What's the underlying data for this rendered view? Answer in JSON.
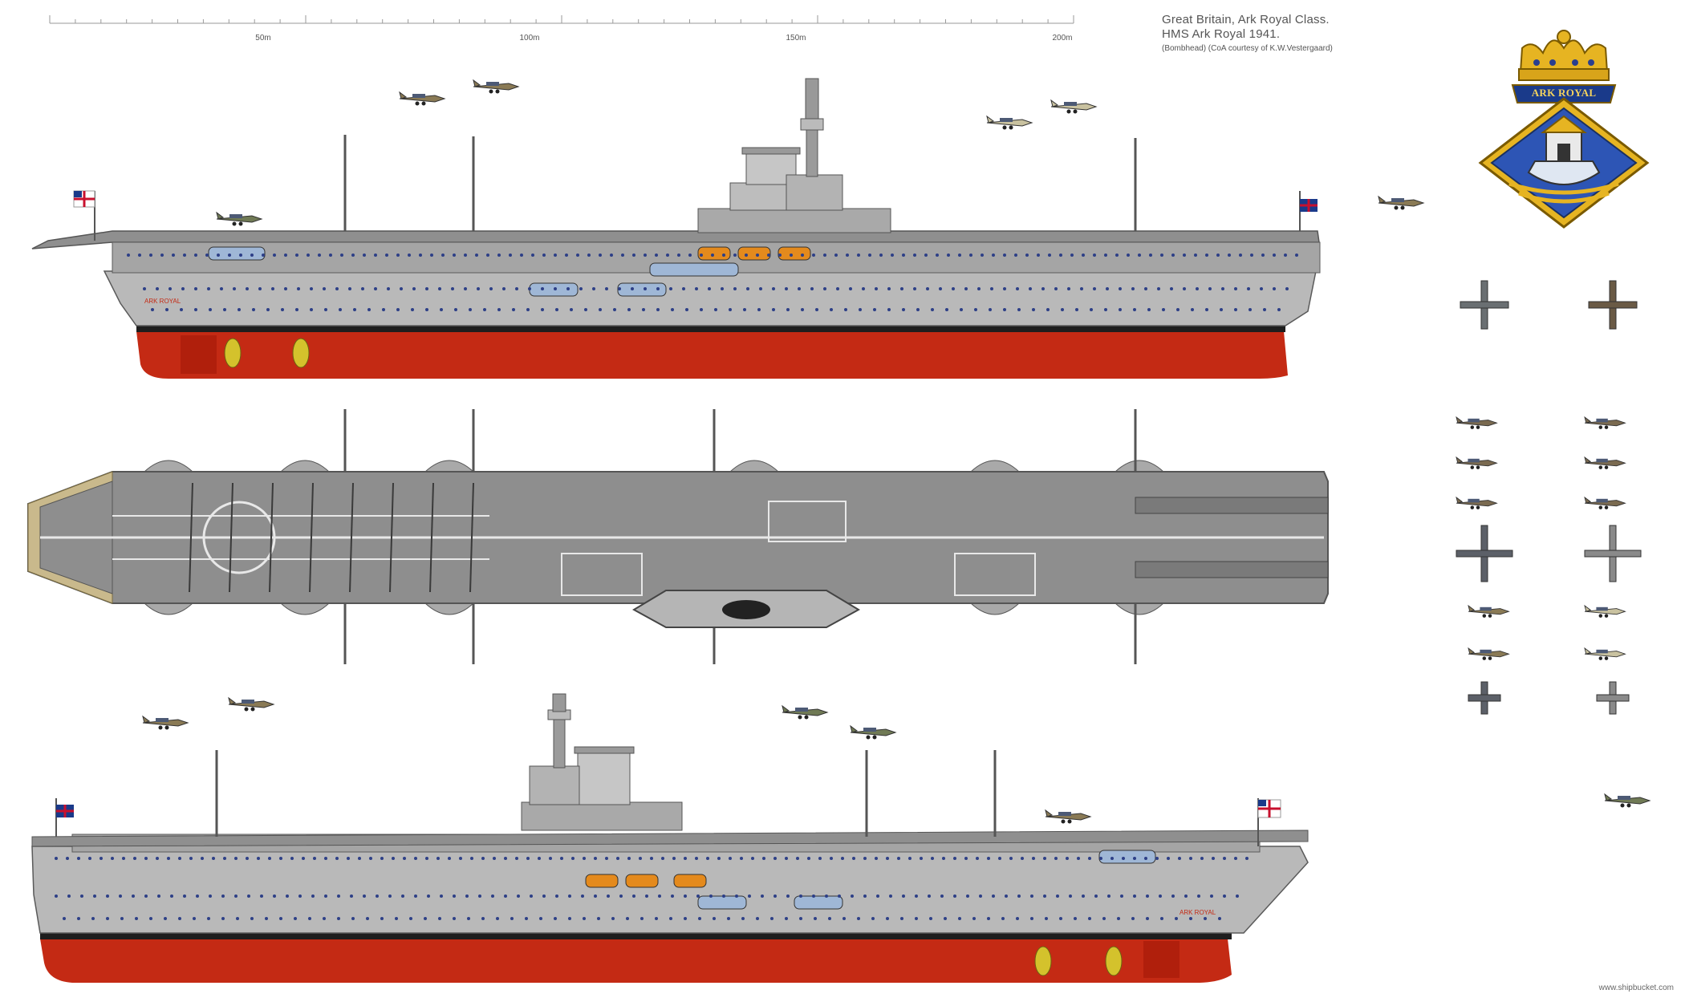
{
  "scale_bar": {
    "labels": [
      "50m",
      "100m",
      "150m",
      "200m"
    ]
  },
  "header": {
    "title_line1": "Great Britain, Ark Royal Class.",
    "title_line2": "HMS Ark Royal 1941.",
    "credit": "(Bombhead) (CoA courtesy of K.W.Vestergaard)"
  },
  "badge": {
    "motto": "ARK ROYAL"
  },
  "ship": {
    "hull_name": "ARK ROYAL",
    "colors": {
      "hull_grey": "#b9b9b9",
      "deck_grey": "#8f8f8f",
      "bottom_red": "#c42a14",
      "boot_black": "#1e1e1e",
      "porthole_blue": "#2d3f87",
      "boat_orange": "#e48a1d",
      "prop_yellow": "#d4c22c",
      "ensign_red": "#c8102e"
    }
  },
  "icons": {
    "aircraft": "aircraft-icon",
    "ensign": "white-ensign-icon",
    "propeller": "propeller-icon",
    "badge": "ark-royal-crest-icon"
  },
  "footer": {
    "watermark": "www.shipbucket.com"
  }
}
